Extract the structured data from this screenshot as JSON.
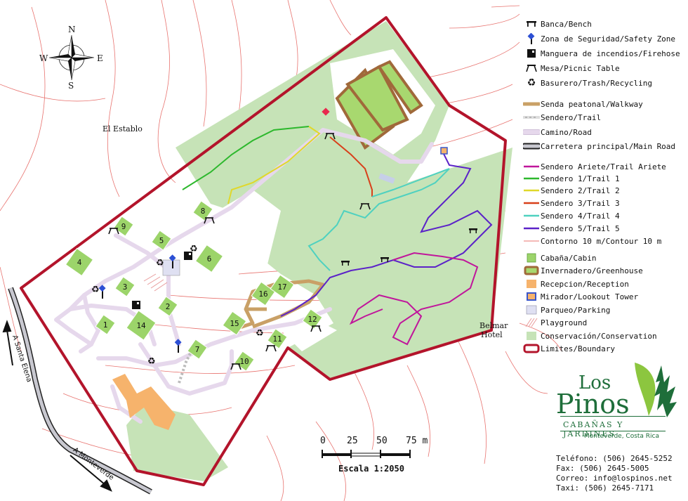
{
  "compass": {
    "n": "N",
    "s": "S",
    "e": "E",
    "w": "W"
  },
  "places": {
    "el_establo": "El Establo",
    "belmar": "Belmar",
    "belmar2": "Hotel",
    "santa_elena": "A Santa Elena",
    "monteverde": "A Monteverde"
  },
  "cabins": [
    "1",
    "2",
    "3",
    "4",
    "5",
    "6",
    "7",
    "8",
    "9",
    "10",
    "11",
    "12",
    "14",
    "15",
    "16",
    "17"
  ],
  "legend": [
    {
      "icon": "bench-icon",
      "label": "Banca/Bench"
    },
    {
      "icon": "safety-zone-icon",
      "label": "Zona de Seguridad/Safety Zone"
    },
    {
      "icon": "firehose-icon",
      "label": "Manguera de incendios/Firehose"
    },
    {
      "icon": "picnic-table-icon",
      "label": "Mesa/Picnic Table"
    },
    {
      "icon": "recycling-icon",
      "label": "Basurero/Trash/Recycling"
    },
    {
      "icon": "walkway-icon",
      "label": "Senda peatonal/Walkway"
    },
    {
      "icon": "trail-icon",
      "label": "Sendero/Trail"
    },
    {
      "icon": "road-icon",
      "label": "Camino/Road"
    },
    {
      "icon": "main-road-icon",
      "label": "Carretera principal/Main Road"
    },
    {
      "icon": "trail-ariete-icon",
      "label": "Sendero Ariete/Trail Ariete",
      "color": "#c0169b"
    },
    {
      "icon": "trail-1-icon",
      "label": "Sendero 1/Trail 1",
      "color": "#2db82d"
    },
    {
      "icon": "trail-2-icon",
      "label": "Sendero 2/Trail 2",
      "color": "#e0d82a"
    },
    {
      "icon": "trail-3-icon",
      "label": "Sendero 3/Trail 3",
      "color": "#d8401a"
    },
    {
      "icon": "trail-4-icon",
      "label": "Sendero 4/Trail 4",
      "color": "#4fd1c0"
    },
    {
      "icon": "trail-5-icon",
      "label": "Sendero 5/Trail 5",
      "color": "#5b22c8"
    },
    {
      "icon": "contour-icon",
      "label": "Contorno 10 m/Contour 10 m",
      "color": "#e8736f"
    },
    {
      "icon": "cabin-icon",
      "label": "Cabaña/Cabin"
    },
    {
      "icon": "greenhouse-icon",
      "label": "Invernadero/Greenhouse"
    },
    {
      "icon": "reception-icon",
      "label": "Recepcion/Reception"
    },
    {
      "icon": "lookout-icon",
      "label": "Mirador/Lookout Tower"
    },
    {
      "icon": "parking-icon",
      "label": "Parqueo/Parking"
    },
    {
      "icon": "playground-icon",
      "label": "Playground"
    },
    {
      "icon": "conservation-icon",
      "label": "Conservación/Conservation"
    },
    {
      "icon": "boundary-icon",
      "label": "Limites/Boundary"
    }
  ],
  "scale": {
    "t0": "0",
    "t1": "25",
    "t2": "50",
    "t3": "75 m",
    "caption": "Escala 1:2050"
  },
  "logo": {
    "brand1": "Los",
    "brand2": "Pinos",
    "tagline": "CABAÑAS Y JARDINES",
    "location": "Monteverde, Costa Rica"
  },
  "contact": {
    "phone": "Teléfono: (506) 2645-5252",
    "fax": "Fax: (506) 2645-5005",
    "email": "Correo: info@lospinos.net",
    "taxi": "Taxi: (506) 2645-7171"
  },
  "colors": {
    "conservation": "#c6e3b7",
    "boundary": "#b3142b",
    "road": "#e6d8ec",
    "walkway": "#c9a066",
    "reception": "#f6b36c",
    "cabin": "#9cd46a",
    "contour": "#e8736f",
    "brand": "#1e6e3a"
  }
}
